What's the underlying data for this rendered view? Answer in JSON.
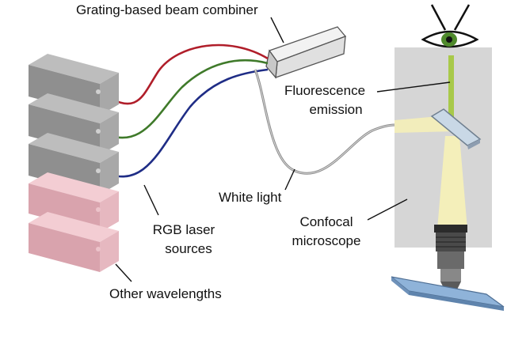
{
  "labels": {
    "beam_combiner": "Grating-based beam combiner",
    "fluorescence_line1": "Fluorescence",
    "fluorescence_line2": "emission",
    "white_light": "White light",
    "confocal_line1": "Confocal",
    "confocal_line2": "microscope",
    "rgb_line1": "RGB laser",
    "rgb_line2": "sources",
    "other_wavelengths": "Other wavelengths"
  },
  "colors": {
    "laser_box_top": "#bdbdbd",
    "laser_box_front": "#8f8f8f",
    "laser_box_side": "#a8a8a8",
    "other_box_top": "#f3cdd3",
    "other_box_front": "#d9a3ad",
    "other_box_side": "#e6b8c0",
    "fiber_red": "#b01e2a",
    "fiber_green": "#3f7a2a",
    "fiber_blue": "#1f2d86",
    "fiber_white": "#8a8a8a",
    "microscope_panel": "#d6d6d6",
    "emission_beam": "#a8c94a",
    "white_beam": "#f5f0b8",
    "slide": "#8fb3d9"
  },
  "icons": {
    "eye": "eye-icon",
    "objective": "objective-lens-icon",
    "mirror": "dichroic-mirror-icon"
  }
}
